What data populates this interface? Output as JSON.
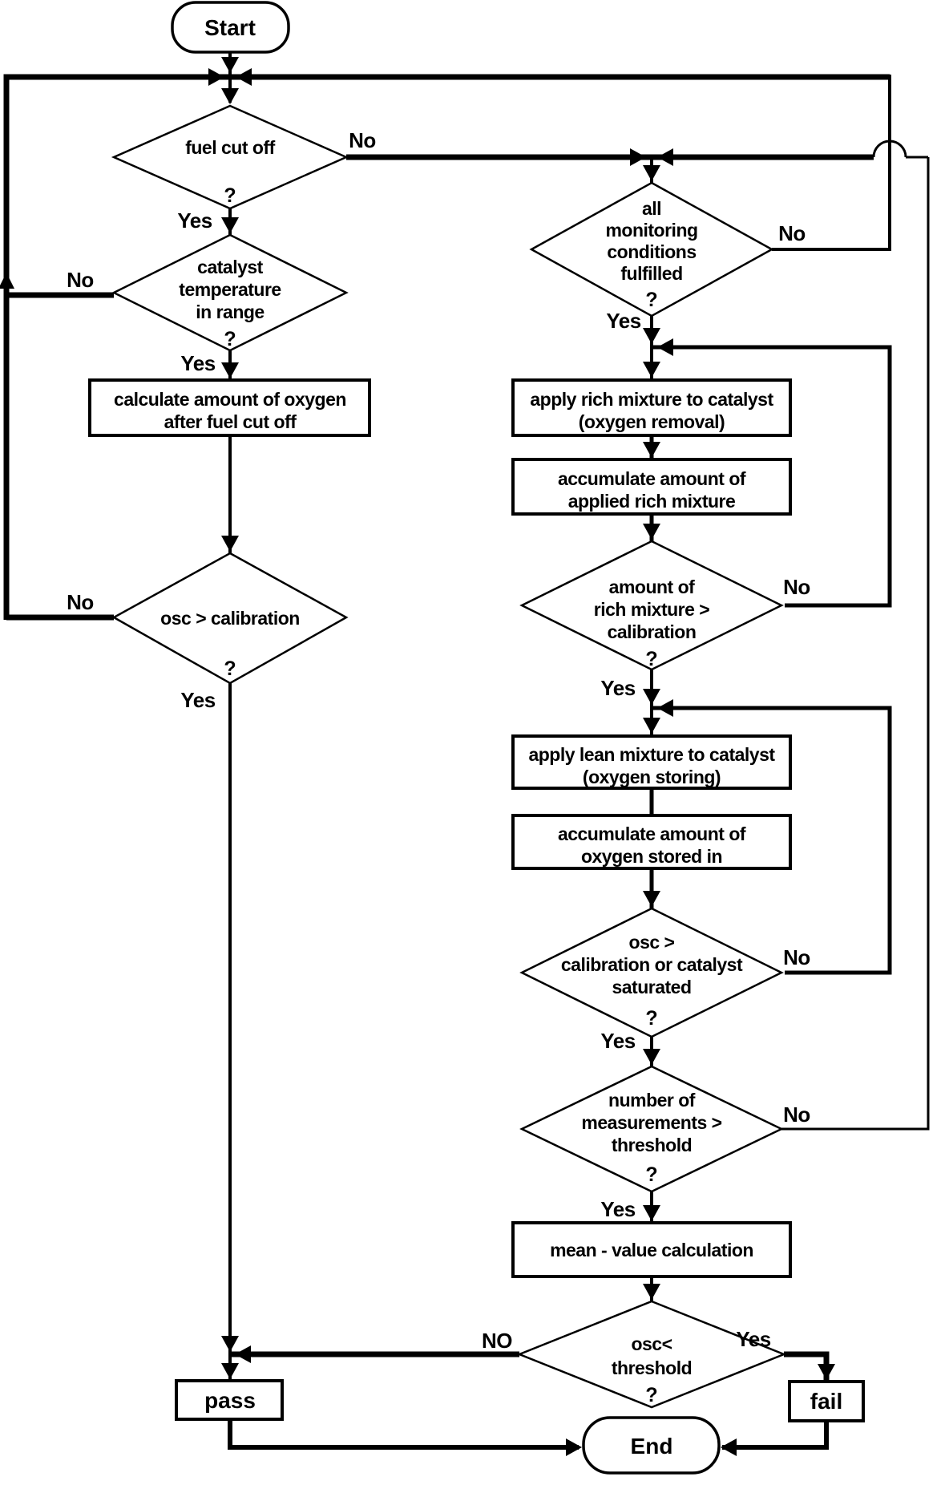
{
  "colors": {
    "ink": "#000000",
    "background": "#ffffff"
  },
  "labels": {
    "yes": "Yes",
    "no": "No",
    "no_caps": "NO",
    "q": "?"
  },
  "nodes": {
    "start": {
      "label": "Start"
    },
    "fuel_cut_off": {
      "lines": [
        "fuel cut off"
      ]
    },
    "catalyst_temperature": {
      "lines": [
        "catalyst",
        "temperature",
        "in range"
      ]
    },
    "calculate_oxygen": {
      "lines": [
        "calculate amount of oxygen",
        "after fuel cut off"
      ]
    },
    "osc_calibration": {
      "lines": [
        "osc > calibration"
      ]
    },
    "monitoring_conditions": {
      "lines": [
        "all",
        "monitoring",
        "conditions",
        "fulfilled"
      ]
    },
    "apply_rich": {
      "lines": [
        "apply rich mixture to catalyst",
        "(oxygen removal)"
      ]
    },
    "accumulate_rich": {
      "lines": [
        "accumulate amount of",
        "applied rich mixture"
      ]
    },
    "rich_gt_calibration": {
      "lines": [
        "amount of",
        "rich mixture >",
        "calibration"
      ]
    },
    "apply_lean": {
      "lines": [
        "apply lean mixture to catalyst",
        "(oxygen storing)"
      ]
    },
    "accumulate_oxygen": {
      "lines": [
        "accumulate amount of",
        "oxygen stored in"
      ]
    },
    "osc_or_saturated": {
      "lines": [
        "osc >",
        "calibration or catalyst",
        "saturated"
      ]
    },
    "measurements_threshold": {
      "lines": [
        "number of",
        "measurements >",
        "threshold"
      ]
    },
    "mean_value": {
      "lines": [
        "mean - value calculation"
      ]
    },
    "osc_lt_threshold": {
      "lines": [
        "osc<",
        "threshold"
      ]
    },
    "pass": {
      "label": "pass"
    },
    "fail": {
      "label": "fail"
    },
    "end": {
      "label": "End"
    }
  }
}
